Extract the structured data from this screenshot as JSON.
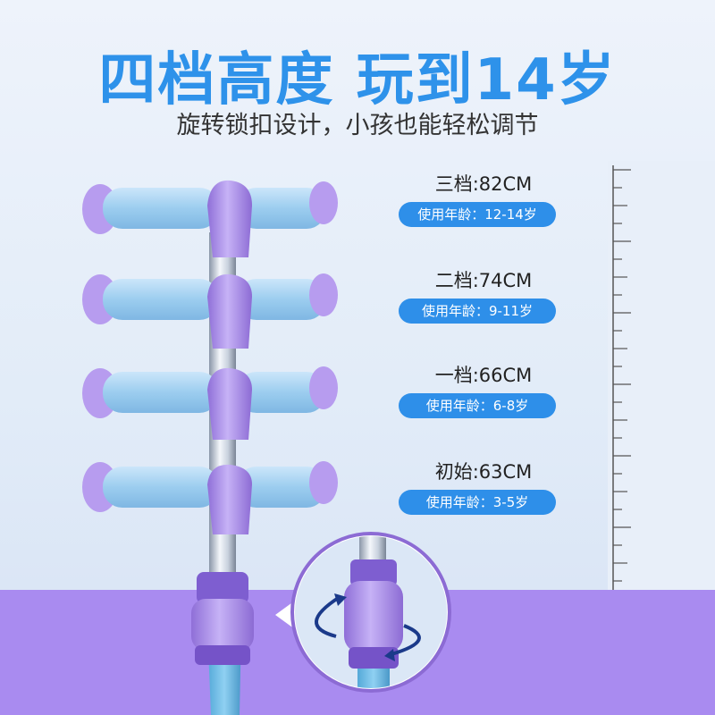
{
  "title": "四档高度 玩到14岁",
  "subtitle": "旋转锁扣设计，小孩也能轻松调节",
  "levels": [
    {
      "height": "三档:82CM",
      "age": "使用年龄：12-14岁"
    },
    {
      "height": "二档:74CM",
      "age": "使用年龄：9-11岁"
    },
    {
      "height": "一档:66CM",
      "age": "使用年龄：6-8岁"
    },
    {
      "height": "初始:63CM",
      "age": "使用年龄：3-5岁"
    }
  ],
  "colors": {
    "title": "#2e92ea",
    "pill": "#2e8fe9",
    "purple": "#a98bf0",
    "grip": "#9ccdef"
  }
}
